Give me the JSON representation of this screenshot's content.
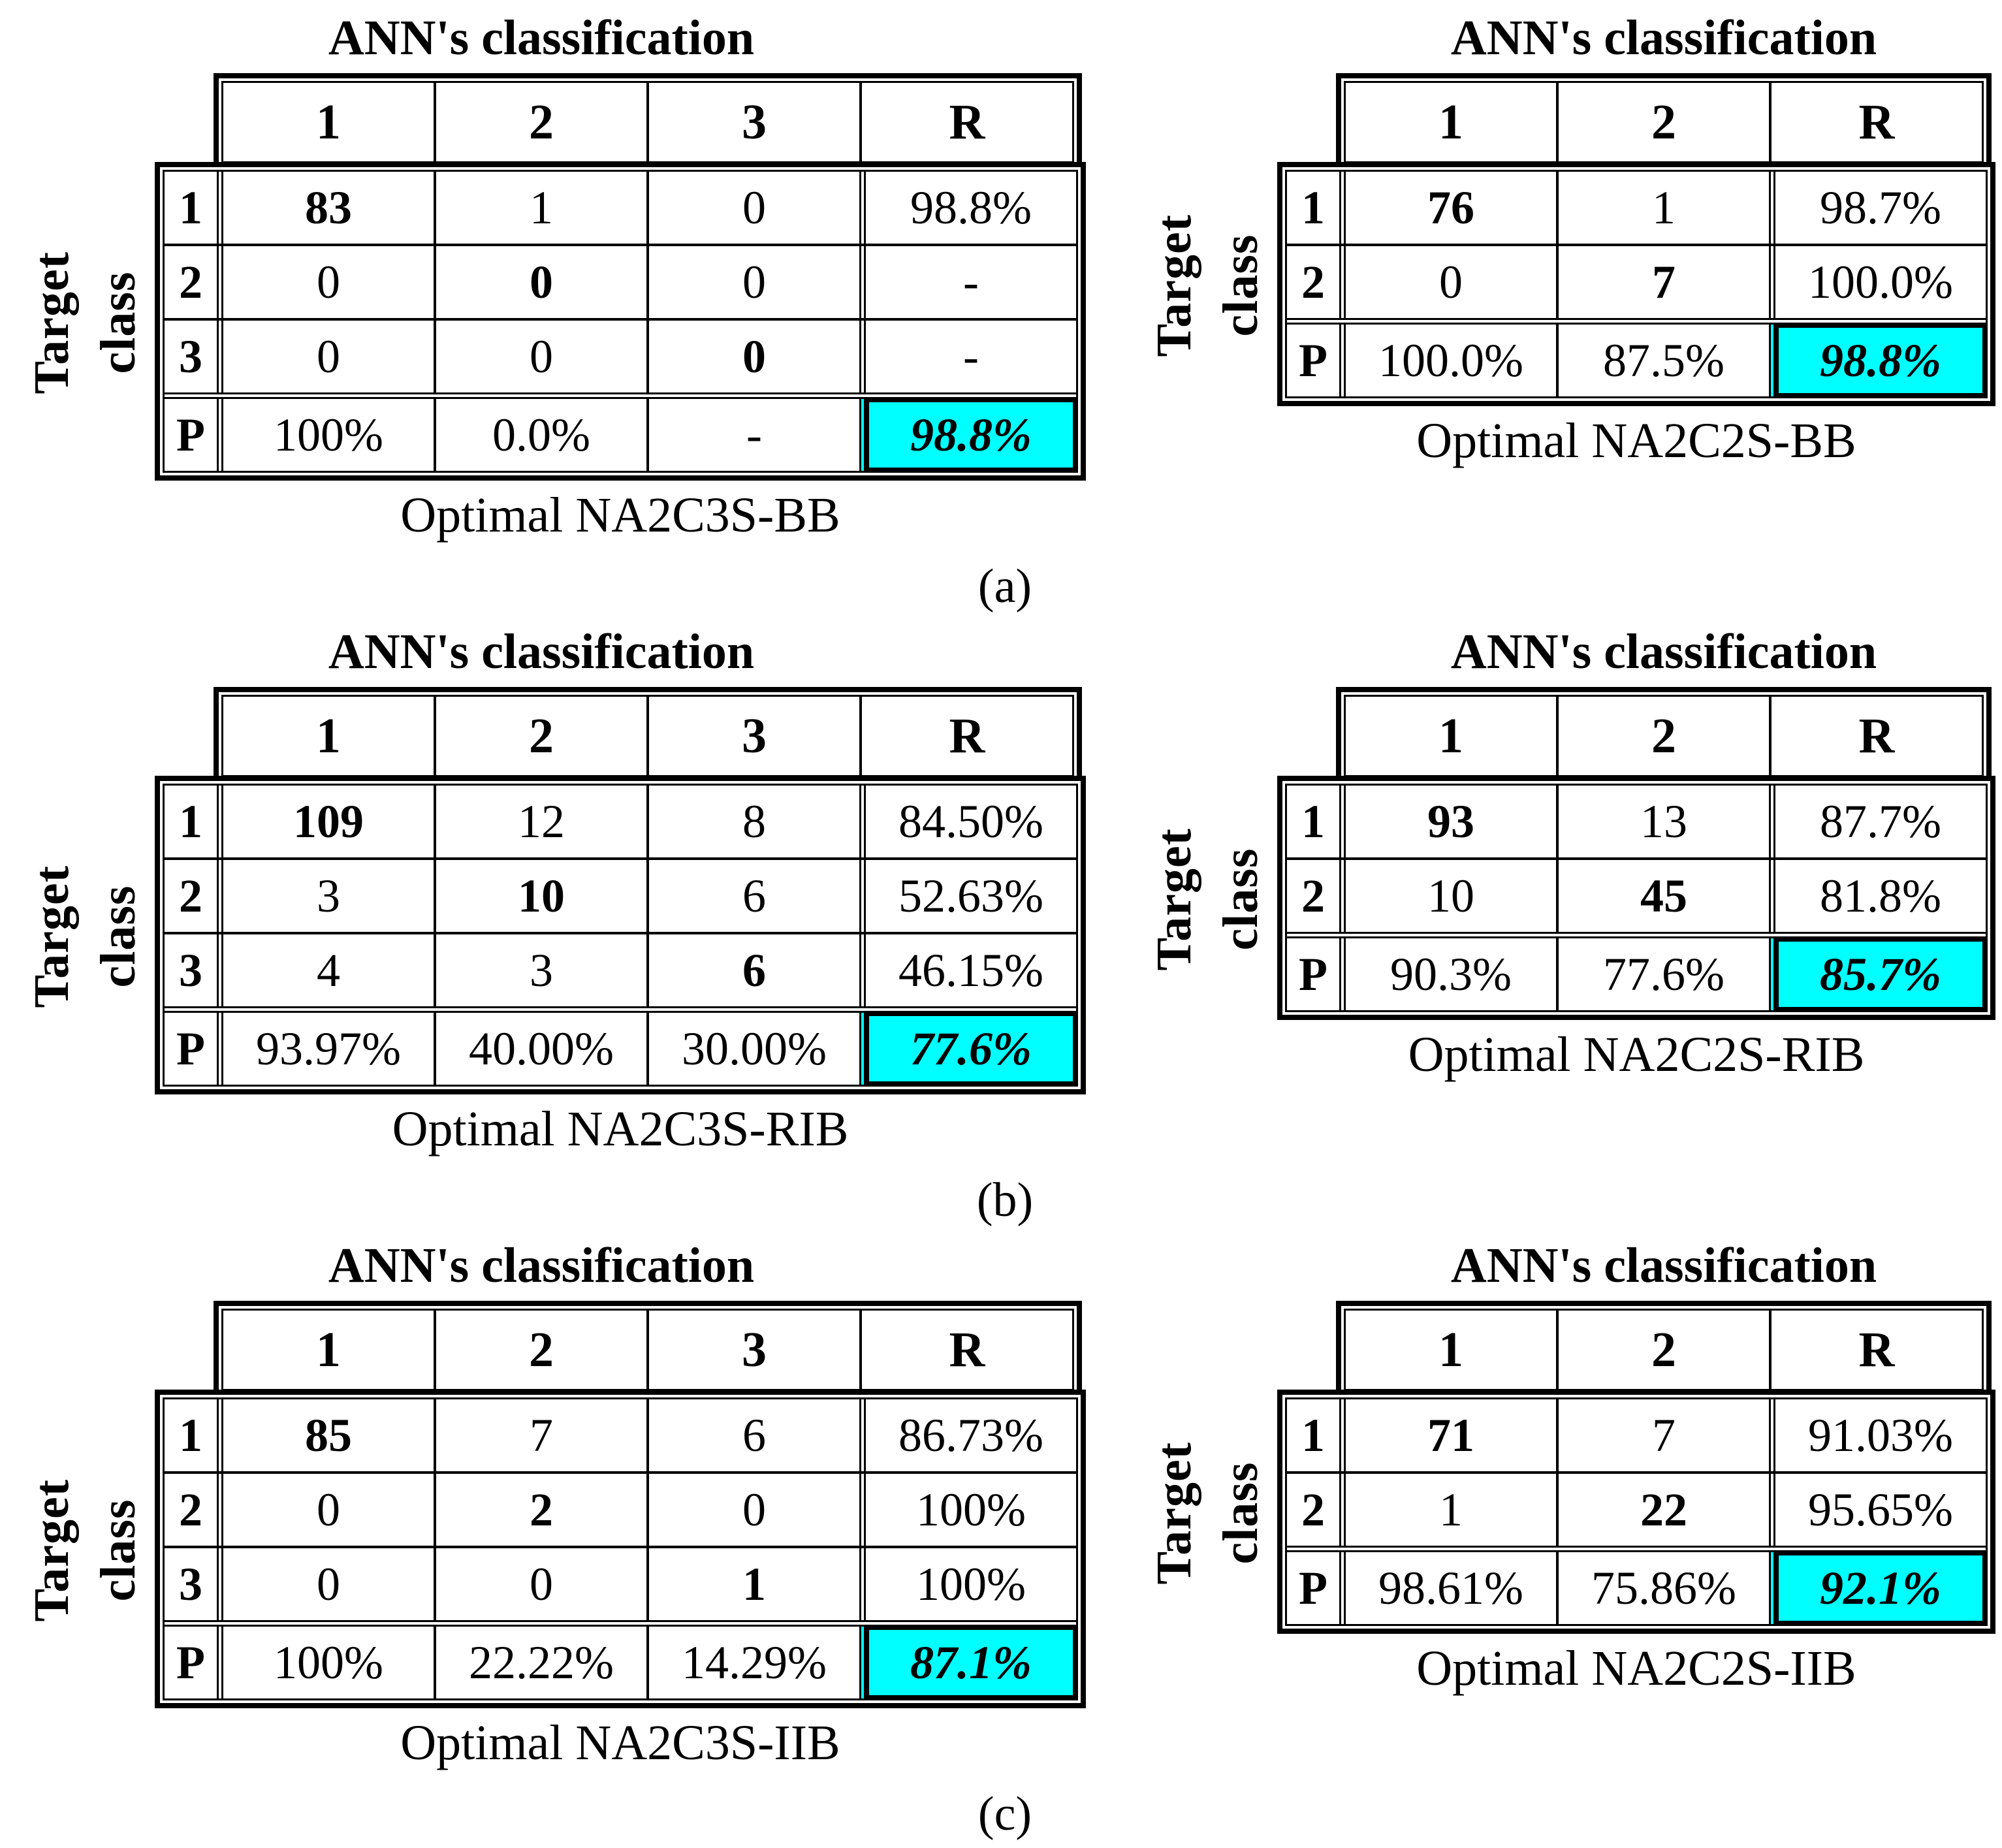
{
  "figure": {
    "highlight_color": "#00ffff",
    "rows": [
      {
        "label": "(a)",
        "tables": [
          {
            "id": "NA2C3S-BB",
            "title": "ANN's classification",
            "side_label": [
              "Target",
              "class"
            ],
            "col_headers": [
              "1",
              "2",
              "3",
              "R"
            ],
            "body_rows": [
              {
                "label": "1",
                "cells": [
                  "83",
                  "1",
                  "0",
                  "98.8%"
                ]
              },
              {
                "label": "2",
                "cells": [
                  "0",
                  "0",
                  "0",
                  "-"
                ]
              },
              {
                "label": "3",
                "cells": [
                  "0",
                  "0",
                  "0",
                  "-"
                ]
              },
              {
                "label": "P",
                "cells": [
                  "100%",
                  "0.0%",
                  "-",
                  "98.8%"
                ]
              }
            ],
            "caption": "Optimal NA2C3S-BB"
          },
          {
            "id": "NA2C2S-BB",
            "title": "ANN's classification",
            "side_label": [
              "Target",
              "class"
            ],
            "col_headers": [
              "1",
              "2",
              "R"
            ],
            "body_rows": [
              {
                "label": "1",
                "cells": [
                  "76",
                  "1",
                  "98.7%"
                ]
              },
              {
                "label": "2",
                "cells": [
                  "0",
                  "7",
                  "100.0%"
                ]
              },
              {
                "label": "P",
                "cells": [
                  "100.0%",
                  "87.5%",
                  "98.8%"
                ]
              }
            ],
            "caption": "Optimal NA2C2S-BB"
          }
        ]
      },
      {
        "label": "(b)",
        "tables": [
          {
            "id": "NA2C3S-RIB",
            "title": "ANN's classification",
            "side_label": [
              "Target",
              "class"
            ],
            "col_headers": [
              "1",
              "2",
              "3",
              "R"
            ],
            "body_rows": [
              {
                "label": "1",
                "cells": [
                  "109",
                  "12",
                  "8",
                  "84.50%"
                ]
              },
              {
                "label": "2",
                "cells": [
                  "3",
                  "10",
                  "6",
                  "52.63%"
                ]
              },
              {
                "label": "3",
                "cells": [
                  "4",
                  "3",
                  "6",
                  "46.15%"
                ]
              },
              {
                "label": "P",
                "cells": [
                  "93.97%",
                  "40.00%",
                  "30.00%",
                  "77.6%"
                ]
              }
            ],
            "caption": "Optimal NA2C3S-RIB"
          },
          {
            "id": "NA2C2S-RIB",
            "title": "ANN's classification",
            "side_label": [
              "Target",
              "class"
            ],
            "col_headers": [
              "1",
              "2",
              "R"
            ],
            "body_rows": [
              {
                "label": "1",
                "cells": [
                  "93",
                  "13",
                  "87.7%"
                ]
              },
              {
                "label": "2",
                "cells": [
                  "10",
                  "45",
                  "81.8%"
                ]
              },
              {
                "label": "P",
                "cells": [
                  "90.3%",
                  "77.6%",
                  "85.7%"
                ]
              }
            ],
            "caption": "Optimal NA2C2S-RIB"
          }
        ]
      },
      {
        "label": "(c)",
        "tables": [
          {
            "id": "NA2C3S-IIB",
            "title": "ANN's classification",
            "side_label": [
              "Target",
              "class"
            ],
            "col_headers": [
              "1",
              "2",
              "3",
              "R"
            ],
            "body_rows": [
              {
                "label": "1",
                "cells": [
                  "85",
                  "7",
                  "6",
                  "86.73%"
                ]
              },
              {
                "label": "2",
                "cells": [
                  "0",
                  "2",
                  "0",
                  "100%"
                ]
              },
              {
                "label": "3",
                "cells": [
                  "0",
                  "0",
                  "1",
                  "100%"
                ]
              },
              {
                "label": "P",
                "cells": [
                  "100%",
                  "22.22%",
                  "14.29%",
                  "87.1%"
                ]
              }
            ],
            "caption": "Optimal NA2C3S-IIB"
          },
          {
            "id": "NA2C2S-IIB",
            "title": "ANN's classification",
            "side_label": [
              "Target",
              "class"
            ],
            "col_headers": [
              "1",
              "2",
              "R"
            ],
            "body_rows": [
              {
                "label": "1",
                "cells": [
                  "71",
                  "7",
                  "91.03%"
                ]
              },
              {
                "label": "2",
                "cells": [
                  "1",
                  "22",
                  "95.65%"
                ]
              },
              {
                "label": "P",
                "cells": [
                  "98.61%",
                  "75.86%",
                  "92.1%"
                ]
              }
            ],
            "caption": "Optimal NA2C2S-IIB"
          }
        ]
      }
    ]
  }
}
